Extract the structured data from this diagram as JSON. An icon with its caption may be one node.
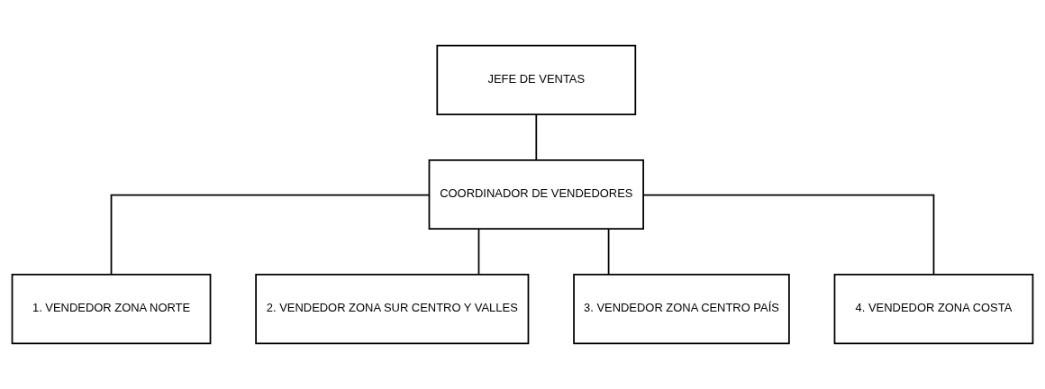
{
  "diagram": {
    "nodes": [
      {
        "text": [
          "JEFE DE VENTAS"
        ]
      },
      {
        "text": [
          "COORDINADOR DE VENDEDORES"
        ]
      },
      {
        "text": [
          "1. VENDEDOR ZONA NORTE"
        ]
      },
      {
        "text": [
          "2. VENDEDOR ZONA SUR CENTRO Y VALLES"
        ]
      },
      {
        "text": [
          "3. VENDEDOR ZONA CENTRO PAÍS"
        ]
      },
      {
        "text": [
          "4. VENDEDOR ZONA COSTA"
        ]
      }
    ],
    "edges": [
      {
        "from": 0,
        "to": 1,
        "arrow": "none"
      },
      {
        "from": 1,
        "to": 2,
        "arrow": "none"
      },
      {
        "from": 1,
        "to": 3,
        "arrow": "none"
      },
      {
        "from": 1,
        "to": 4,
        "arrow": "none"
      },
      {
        "from": 1,
        "to": 5,
        "arrow": "none"
      }
    ]
  }
}
